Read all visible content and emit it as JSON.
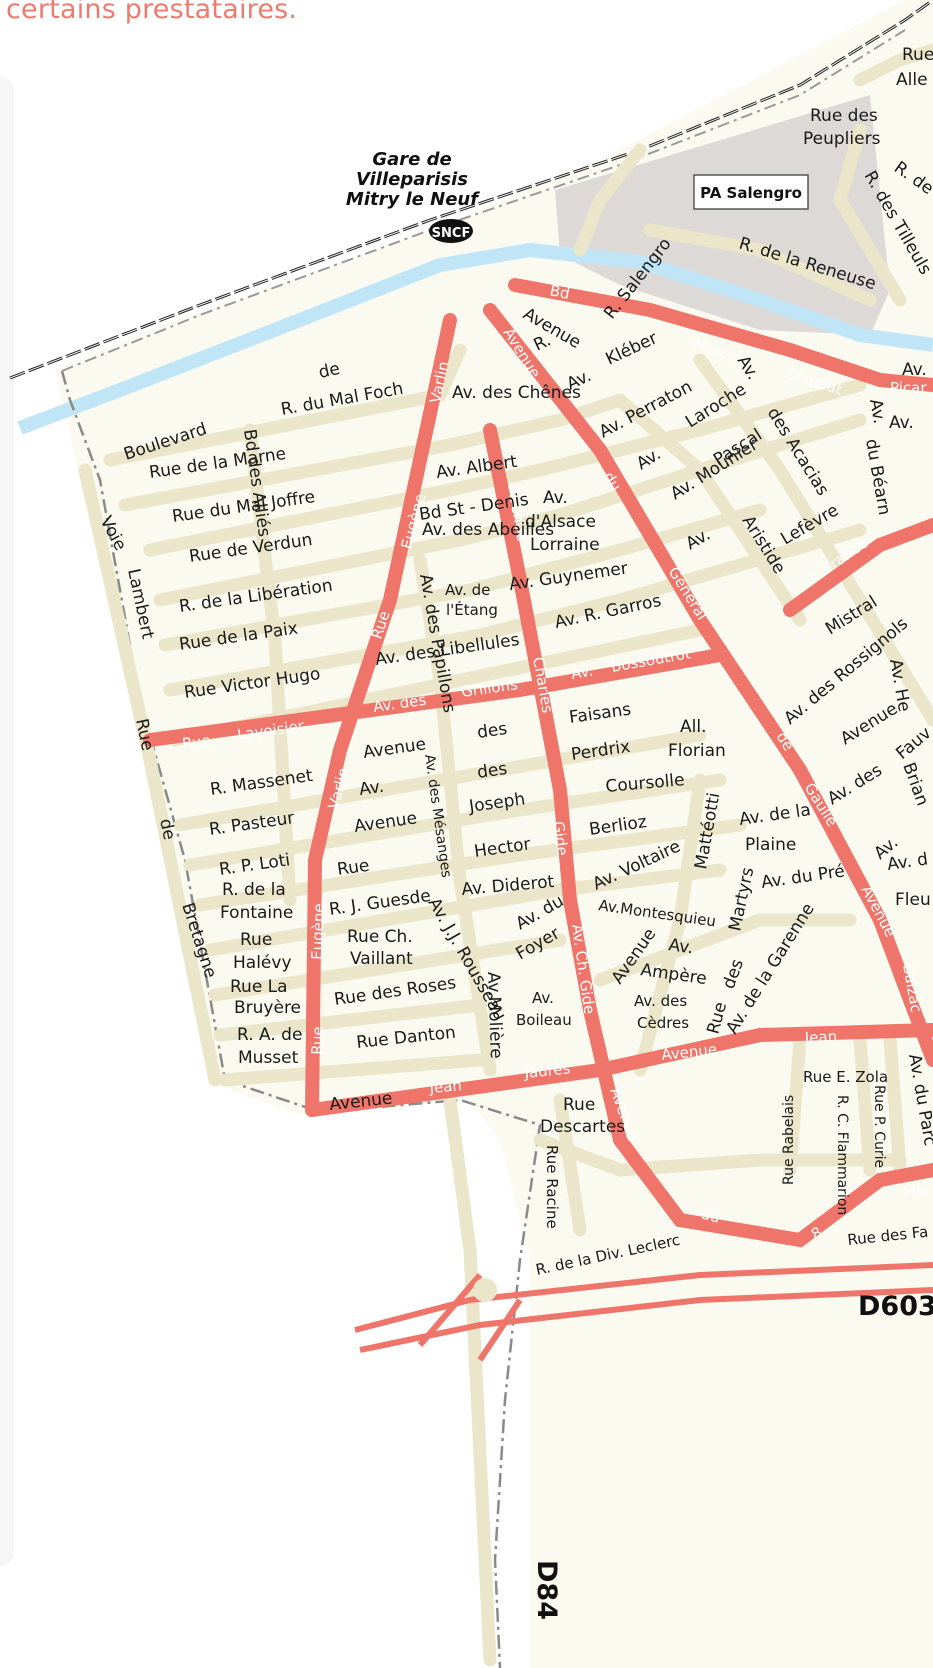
{
  "header": {
    "note": "certains prestataires."
  },
  "colors": {
    "main_road": "#ef7469",
    "minor_road": "#ebe5c9",
    "land": "#fbfaf1",
    "water": "#bfe5f6",
    "zone": "#ddd9d6"
  },
  "station": {
    "name_1": "Gare de",
    "name_2": "Villeparisis",
    "name_3": "Mitry le Neuf",
    "badge": "SNCF"
  },
  "zone": {
    "name": "PA Salengro"
  },
  "routes": {
    "d603": "D603",
    "d84": "D84"
  },
  "labels": {
    "rue_allee_1": "Rue",
    "rue_allee_2": "Alle",
    "rue_peupliers_1": "Rue des",
    "rue_peupliers_2": "Peupliers",
    "r_de": "R. de",
    "r_tilleuls": "R. des Tilleuls",
    "r_reneuse": "R. de la Reneuse",
    "r_salengro": "R. Salengro",
    "bd_w": "Bd",
    "marcel_w": "Marcel",
    "sembat_w": "Sembat",
    "picar_w": "Picar",
    "avenue_1": "Avenue",
    "r_1": "R.",
    "av_kleber_1": "Av.",
    "av_kleber_2": "Kléber",
    "av_perraton": "Av. Perraton",
    "av_laroche_1": "Av.",
    "laroche": "Laroche",
    "av_acacias_1": "Av.",
    "des_acacias": "des Acacias",
    "av_bearn_1": "Av.",
    "du_bearn": "du Béarn",
    "av_right1": "Av.",
    "av_right2": "Av.",
    "boulevard": "Boulevard",
    "de_top": "de",
    "r_mal_foch": "R. du Mal Foch",
    "varlin_w1": "Varlin",
    "av_chenes": "Av. des Chênes",
    "avenue_w": "Avenue",
    "du_w": "du",
    "general_w": "Général",
    "de_w": "de",
    "gaulle_w": "Gaulle",
    "avenue_w2": "Avenue",
    "rue_de_la_marne": "Rue  de   la   Marne",
    "bd_allies": "Bd des Alliés",
    "av_albert": "Av.  Albert",
    "av_pascal_1": "Av.",
    "pascal": "Pascal",
    "rue_mal_joffre": "Rue  du  Mal  Joffre",
    "bd_st_denis": "Bd  St - Denis",
    "av_mounier": "Av.  Mounier",
    "eugene_w1": "Eugène",
    "av_abeilles": "Av. des Abeilles",
    "av_alsace_1": "Av.",
    "av_alsace_2": "d'Alsace",
    "av_alsace_3": "Lorraine",
    "rue_verdun": "Rue  de  Verdun",
    "avenue_w3": "Avenue",
    "av_aristide": "Aristide",
    "av_lefevre": "Lefèvre",
    "av_single": "Av.",
    "r_liberation": "R.  de  la  Libération",
    "av_papil": "Av. des Papillons",
    "av_etang_1": "Av. de",
    "av_etang_2": "l'Étang",
    "av_guynemer": "Av.  Guynemer",
    "av_af": "A. France",
    "av_mistral": "Mistral",
    "rue_paix": "Rue   de   la   Paix",
    "av_libellules": "Av. des Libellules",
    "av_garros": "Av. R. Garros",
    "rue_w": "Rue",
    "general_w2": "Général",
    "av_rossignols": "Av. des Rossignols",
    "rue_victor_hugo": "Rue  Victor  Hugo",
    "rue_lavoisier_1": "Rue",
    "rue_lavoisier_2": "Lavoisier",
    "av_des_grillons_1": "Av. des",
    "grillons": "Grillons",
    "charles_w": "Charles",
    "av_bossoutrot_1": "Av.",
    "av_bossoutrot_2": "Bossoutrot",
    "r_massenet": "R. Massenet",
    "avenue_des_faisans_1": "Avenue",
    "des_1": "des",
    "faisans": "Faisans",
    "all_florian_1": "All.",
    "all_florian_2": "Florian",
    "avenue_r": "Avenue",
    "r_pasteur": "R. Pasteur",
    "av_perdrix_1": "Av.",
    "des_2": "des",
    "perdrix": "Perdrix",
    "av_des_r": "Av. des",
    "av_mesanges": "Av. des Mésanges",
    "avenue_joseph_1": "Avenue",
    "joseph": "Joseph",
    "coursolle": "Coursolle",
    "r_p_loti": "R. P. Loti",
    "rue_hector_1": "Rue",
    "hector": "Hector",
    "berlioz": "Berlioz",
    "matteotti": "Mattéotti",
    "av_plaine_1": "Av. de la",
    "av_plaine_2": "Plaine",
    "r_fontaine_1": "R. de la",
    "r_fontaine_2": "Fontaine",
    "r_j_guesde": "R. J. Guesde",
    "av_jj_rousseau": "Av. J.J. Rousseau",
    "av_diderot": "Av. Diderot",
    "av_voltaire": "Av. Voltaire",
    "av_du_pre": "Av. du Pré",
    "martyrs": "Martyrs",
    "fleu": "Fleu",
    "rue_halevy_1": "Rue",
    "rue_halevy_2": "Halévy",
    "rue_ch_vaillant_1": "Rue Ch.",
    "rue_ch_vaillant_2": "Vaillant",
    "av_foyer_1": "Av. du",
    "av_foyer_2": "Foyer",
    "av_ch_gide": "Av. Ch. Gide",
    "av_montesquieu": "Av.Montesquieu",
    "avenue_w4": "Avenue",
    "av_ampere_1": "Av.",
    "av_ampere_2": "Ampère",
    "des_3": "des",
    "rue_la_bruyere_1": "Rue La",
    "rue_la_bruyere_2": "Bruyère",
    "rue_des_roses": "Rue des Roses",
    "av_moliere": "Av.Molière",
    "av_boileau_1": "Av.",
    "av_boileau_2": "Boileau",
    "av_cedres_1": "Av. des",
    "av_cedres_2": "Cèdres",
    "rue_4": "Rue",
    "av_garenne": "Av. de la Garenne",
    "balzac": "Balzac",
    "r_a_musset_1": "R. A. de",
    "r_a_musset_2": "Musset",
    "rue_danton": "Rue Danton",
    "avenue_jaures_l": "Avenue",
    "jean_w1": "Jean",
    "jaures_w": "Jaurès",
    "avenue_w5": "Avenue",
    "jean_w2": "Jean",
    "rue_descartes_1": "Rue",
    "rue_descartes_2": "Descartes",
    "avenue_w6": "Avenue",
    "rue_e_zola": "Rue E. Zola",
    "rue_rabelais": "Rue Rabelais",
    "r_c_flammarion": "R. C. Flammarion",
    "rue_p_curie": "Rue P. Curie",
    "av_du_parc": "Av. du Parc",
    "ma_w": "Mai",
    "rue_racine": "Rue Racine",
    "r_div_leclerc": "R. de la Div. Leclerc",
    "du_w2": "du",
    "eight": "8",
    "rue_des_fa": "Rue des Fa",
    "voie": "Voie",
    "lambert": "Lambert",
    "rue_v": "Rue",
    "de_v": "de",
    "bretagne": "Bretagne",
    "varlin_w2": "Varlin",
    "eugene_w2": "Eugène",
    "rue_w2": "Rue",
    "rue_w3": "Rue",
    "av_des_w": "Av. des",
    "gide_w": "Gide",
    "av_he": "Av. He",
    "av_fau": "Fauv",
    "brian": "Brian",
    "av_av": "Av.",
    "av_d": "Av. d"
  }
}
